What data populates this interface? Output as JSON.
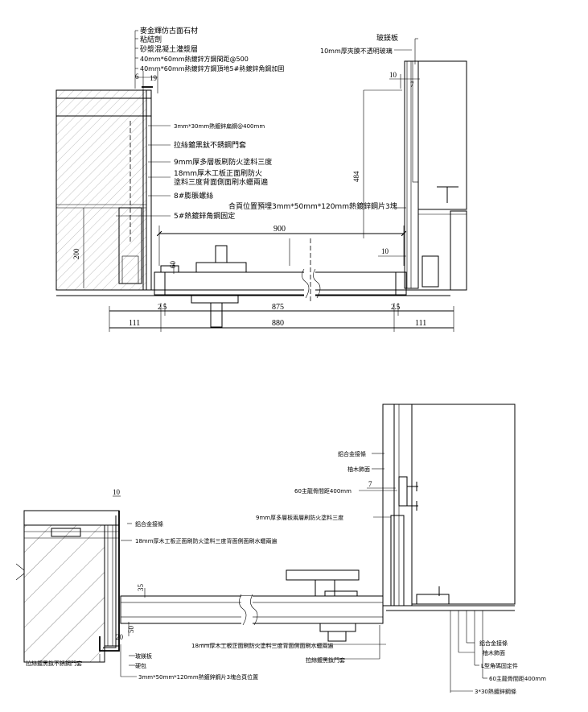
{
  "detail_top": {
    "labels_left": [
      "麥金輝仿古面石材",
      "粘結劑",
      "砂漿混凝土灌漿層",
      "40mm*60mm熱鍍鋅方鋼間距@500",
      "40mm*60mm熱鍍鋅方鋼頂地5#熱鍍鋅角鋼加固"
    ],
    "labels_right": [
      "玻鎂板",
      "10mm厚夾膜不透明玻璃"
    ],
    "labels_mid": [
      "3mm*30mm熱鍍鋅扁鋼@400mm",
      "拉絲鍍黑鈦不銹鋼門套",
      "9mm厚多層板刷防火塗料三度",
      "18mm厚木工板正面刷防火",
      "塗料三度背面側面刷水蠟兩遍",
      "8#膨脹螺絲",
      "5#熱鍍鋅角鋼固定"
    ],
    "label_hinge": "合頁位置預埋3mm*50mm*120mm熱鍍鋅鋼片3塊",
    "dims": {
      "d6": "6",
      "d19": "19",
      "d10a": "10",
      "d7": "7",
      "d484": "484",
      "d900": "900",
      "d10b": "10",
      "d200": "200",
      "d60": "60",
      "d2_5a": "2.5",
      "d875": "875",
      "d2_5b": "2.5",
      "d111a": "111",
      "d880": "880",
      "d111b": "111"
    }
  },
  "detail_bottom": {
    "labels_right": [
      "鋁合金接條",
      "柚木飾面",
      "60主龍骨間距400mm",
      "9mm厚多層板兩層刷防火塗料三度"
    ],
    "labels_left": [
      "鋁合金接條",
      "18mm厚木工板正面刷防火塗料三度背面側面刷水蠟兩遍"
    ],
    "labels_bottom": [
      "18mm厚木工板正面刷防火塗料三度背面側面刷水蠟兩遍",
      "拉絲鍍黑鈦門套"
    ],
    "labels_bottom_left": [
      "拉絲鍍黑鈦不銹鋼門套",
      "玻鎂板",
      "硬包",
      "3mm*50mm*120mm熱鍍鋅鋼片3塊合頁位置"
    ],
    "labels_bottom_right": [
      "鋁合金接條",
      "柚木飾面",
      "L型角碼固定件",
      "60主龍骨間距400mm",
      "3*30熱鍍鋅鋼條"
    ],
    "dims": {
      "d10": "10",
      "d7": "7",
      "d35": "35",
      "d20": "20",
      "d50": "50"
    }
  }
}
